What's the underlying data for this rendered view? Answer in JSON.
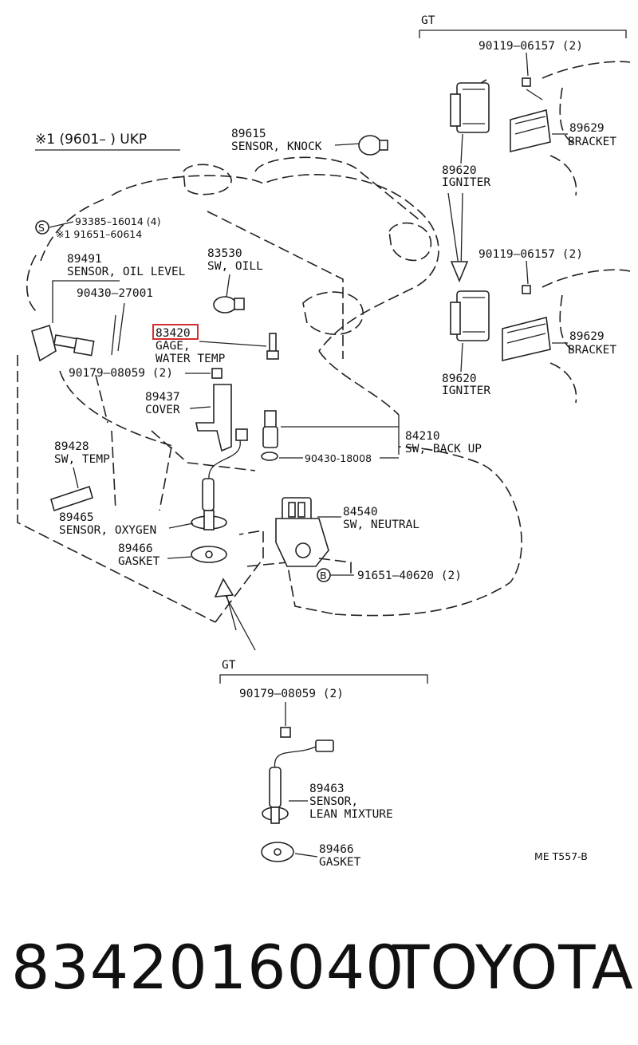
{
  "labels": {
    "variant_note": "※1 (9601–      ) UKP",
    "variant_gt_top": "GT",
    "variant_gt_bottom": "GT",
    "p89615_no": "89615",
    "p89615_name": "SENSOR, KNOCK",
    "p93385_no": "93385–16014 (4)",
    "p91651_60614": "※1 91651–60614",
    "p89491_no": "89491",
    "p89491_name": "SENSOR, OIL LEVEL",
    "p90430_27001": "90430–27001",
    "p83530_no": "83530",
    "p83530_name": "SW, OILL",
    "p83420_no": "83420",
    "p83420_name1": "GAGE,",
    "p83420_name2": "WATER TEMP",
    "p90179_top": "90179–08059 (2)",
    "p89437_no": "89437",
    "p89437_name": "COVER",
    "p89428_no": "89428",
    "p89428_name": "SW, TEMP",
    "p89465_no": "89465",
    "p89465_name": "SENSOR, OXYGEN",
    "p89466_no_a": "89466",
    "p89466_name_a": "GASKET",
    "p84210_no": "84210",
    "p84210_name": "SW, BACK UP",
    "p90430_18008": "90430-18008",
    "p84540_no": "84540",
    "p84540_name": "SW, NEUTRAL",
    "p91651_40620": "91651–40620 (2)",
    "circle_s": "S",
    "circle_b": "B",
    "p90119_a": "90119–06157 (2)",
    "p89629_no_a": "89629",
    "p89629_name_a": "BRACKET",
    "p89620_no_a": "89620",
    "p89620_name_a": "IGNITER",
    "p90119_b": "90119–06157 (2)",
    "p89629_no_b": "89629",
    "p89629_name_b": "BRACKET",
    "p89620_no_b": "89620",
    "p89620_name_b": "IGNITER",
    "p90179_bottom": "90179–08059 (2)",
    "p89463_no": "89463",
    "p89463_name1": "SENSOR,",
    "p89463_name2": "LEAN MIXTURE",
    "p89466_no_b": "89466",
    "p89466_name_b": "GASKET",
    "diagram_code": "ME T557-B"
  },
  "footer": {
    "part_number": "8342016040",
    "brand": "TOYOTA"
  },
  "highlight_color": "#d32f2f"
}
